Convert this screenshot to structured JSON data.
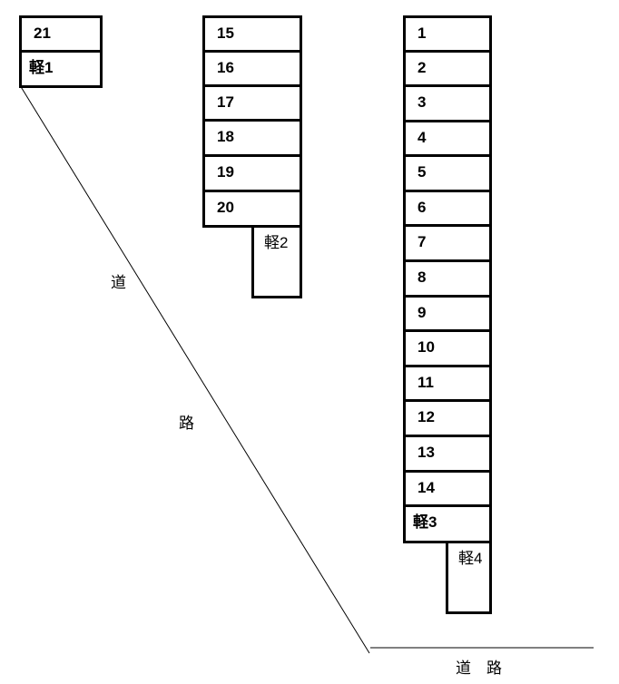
{
  "columns": {
    "left": [
      {
        "label": "21"
      },
      {
        "label": "軽1"
      }
    ],
    "middle": [
      {
        "label": "15"
      },
      {
        "label": "16"
      },
      {
        "label": "17"
      },
      {
        "label": "18"
      },
      {
        "label": "19"
      },
      {
        "label": "20"
      }
    ],
    "middle_extra": {
      "label": "軽2"
    },
    "right": [
      {
        "label": "1"
      },
      {
        "label": "2"
      },
      {
        "label": "3"
      },
      {
        "label": "4"
      },
      {
        "label": "5"
      },
      {
        "label": "6"
      },
      {
        "label": "7"
      },
      {
        "label": "8"
      },
      {
        "label": "9"
      },
      {
        "label": "10"
      },
      {
        "label": "11"
      },
      {
        "label": "12"
      },
      {
        "label": "13"
      },
      {
        "label": "14"
      },
      {
        "label": "軽3"
      }
    ],
    "right_extra": {
      "label": "軽4"
    }
  },
  "road": {
    "diagonal_char_1": "道",
    "diagonal_char_2": "路",
    "bottom_label": "道　路"
  }
}
